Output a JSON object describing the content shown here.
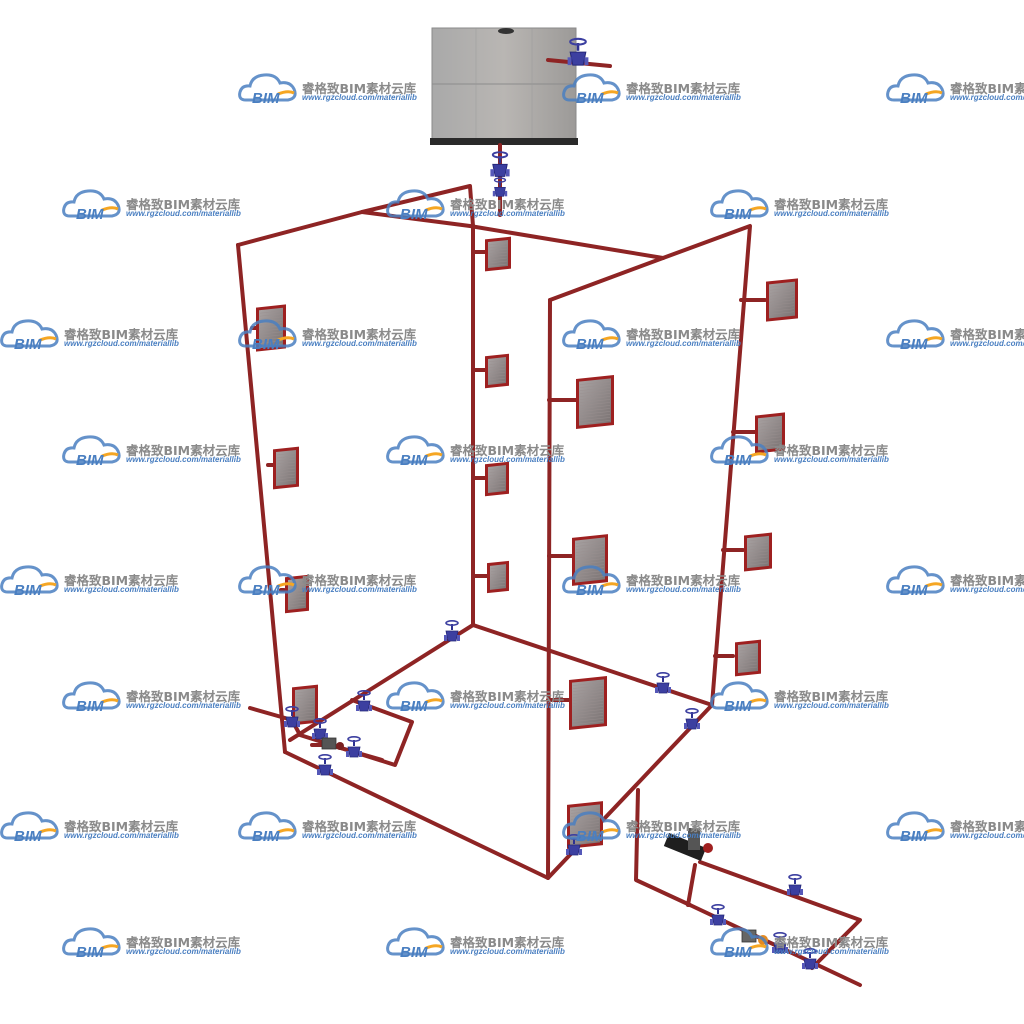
{
  "watermark": {
    "logo_text": "BIM",
    "brand_text": "睿格致BIM素材云库",
    "url_text": "www.rgzcloud.com/materiallib"
  },
  "colors": {
    "pipe": "#8e2424",
    "valve": "#3c3fa0",
    "tank": "#9a9a9a",
    "cabinet_frame": "#9e2020",
    "watermark_blue": "#4a7fc1",
    "watermark_orange": "#f5a623"
  },
  "icons": [
    "gate-valve-icon",
    "fire-hydrant-cabinet-icon",
    "water-tank-icon"
  ]
}
